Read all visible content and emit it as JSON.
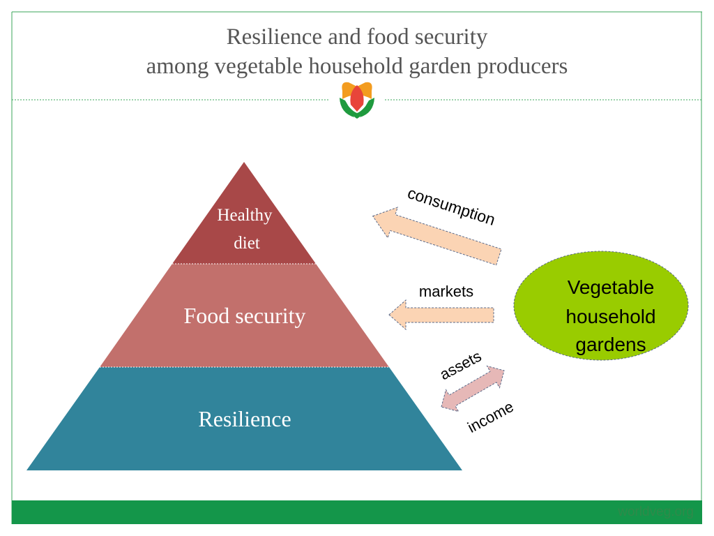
{
  "title": {
    "line1": "Resilience and food security",
    "line2": "among vegetable household garden producers"
  },
  "pyramid": {
    "top": {
      "line1": "Healthy",
      "line2": "diet",
      "color": "#a84848"
    },
    "middle": {
      "label": "Food security",
      "color": "#c2706c"
    },
    "bottom": {
      "label": "Resilience",
      "color": "#31849b"
    }
  },
  "arrows": {
    "consumption": "consumption",
    "markets": "markets",
    "assets": "assets",
    "income": "income",
    "arrow_color": "#fbd4b4",
    "double_arrow_color": "#e6b8b7"
  },
  "garden": {
    "line1": "Vegetable",
    "line2": "household",
    "line3": "gardens",
    "color": "#99cc00"
  },
  "footer": {
    "url": "worldveg.org"
  },
  "logo": {
    "icon": "worldveg-logo-icon"
  }
}
